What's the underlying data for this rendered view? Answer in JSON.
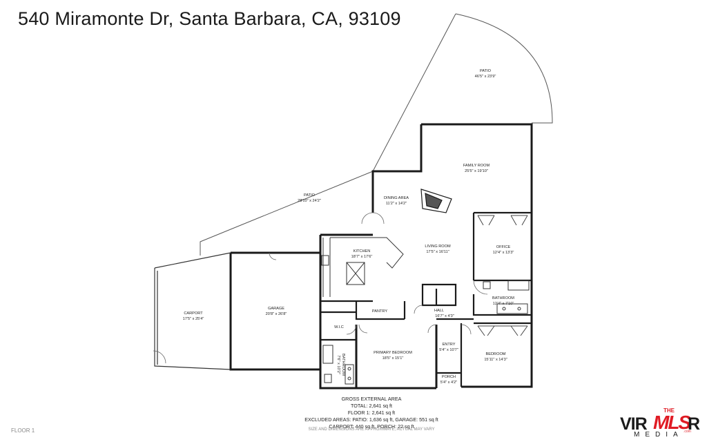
{
  "address": "540 Miramonte Dr, Santa Barbara, CA, 93109",
  "rooms": {
    "patio_top": {
      "name": "PATIO",
      "dims": "46'5\" x 23'9\""
    },
    "patio_left": {
      "name": "PATIO",
      "dims": "28'10\" x 24'2\""
    },
    "family_room": {
      "name": "FAMILY ROOM",
      "dims": "25'5\" x 19'10\""
    },
    "dining_area": {
      "name": "DINING AREA",
      "dims": "11'2\" x 14'2\""
    },
    "kitchen": {
      "name": "KITCHEN",
      "dims": "18'7\" x 17'6\""
    },
    "living_room": {
      "name": "LIVING ROOM",
      "dims": "17'5\" x 16'11\""
    },
    "office": {
      "name": "OFFICE",
      "dims": "12'4\" x 13'3\""
    },
    "bathroom_right": {
      "name": "BATHROOM",
      "dims": "12'4\" x 7'10\""
    },
    "carport": {
      "name": "CARPORT",
      "dims": "17'5\" x 25'4\""
    },
    "garage": {
      "name": "GARAGE",
      "dims": "20'8\" x 26'8\""
    },
    "pantry": {
      "name": "PANTRY"
    },
    "hall": {
      "name": "HALL",
      "dims": "16'7\" x 4'3\""
    },
    "wic": {
      "name": "W.I.C"
    },
    "entry": {
      "name": "ENTRY",
      "dims": "5'4\" x 10'7\""
    },
    "primary_bedroom": {
      "name": "PRIMARY BEDROOM",
      "dims": "18'5\" x 15'1\""
    },
    "bedroom": {
      "name": "BEDROOM",
      "dims": "15'11\" x 14'3\""
    },
    "bathroom_left": {
      "name": "BATHROOM",
      "dims": "7'6\" x 10'2\""
    },
    "porch": {
      "name": "PORCH",
      "dims": "5'4\" x 4'2\""
    }
  },
  "summary": {
    "title": "GROSS EXTERNAL AREA",
    "total": "TOTAL: 2,641 sq ft",
    "floor1": "FLOOR 1: 2,641 sq ft",
    "excluded": "EXCLUDED AREAS: PATIO: 1,636 sq ft, GARAGE: 551 sq ft",
    "carport": "CARPORT: 440 sq ft, PORCH: 22 sq ft",
    "disclaimer": "SIZE AND DIMENSIONS ARE APPROXIMATE, ACTUAL MAY VARY"
  },
  "floor_label": "FLOOR 1",
  "logo": {
    "vir": "VIR",
    "the": "THE",
    "mls": "MLS",
    "r": "R",
    "com": ".com",
    "media": "MEDIA"
  },
  "colors": {
    "wall": "#1a1a1a",
    "thin_line": "#555555",
    "logo_red": "#e01b24"
  }
}
